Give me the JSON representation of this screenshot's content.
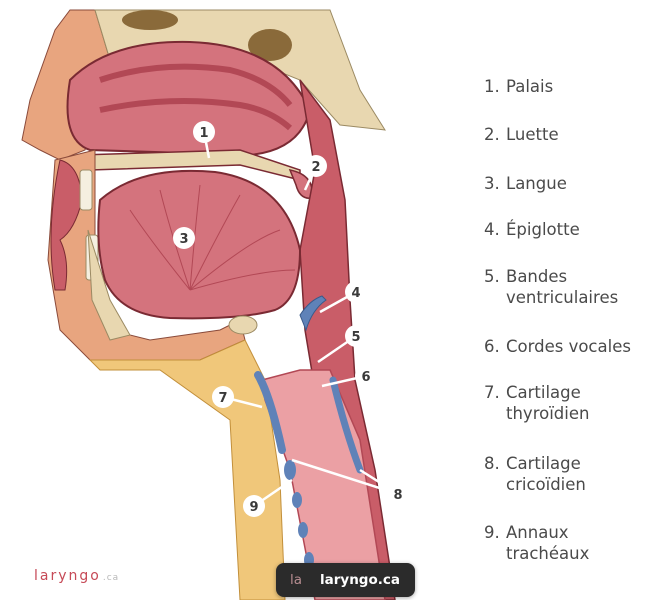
{
  "diagram": {
    "colors": {
      "flesh": "#d4737d",
      "flesh_dark": "#b24855",
      "flesh_light": "#eba0a4",
      "bone": "#e8d7b0",
      "cartilage": "#5f82b8",
      "fat": "#f0c77a",
      "outline": "#7a2a33"
    },
    "labels": [
      {
        "num": "1",
        "text": "Palais"
      },
      {
        "num": "2",
        "text": "Luette"
      },
      {
        "num": "3",
        "text": "Langue"
      },
      {
        "num": "4",
        "text": "Épiglotte"
      },
      {
        "num": "5",
        "text": "Bandes\nventriculaires"
      },
      {
        "num": "6",
        "text": "Cordes vocales"
      },
      {
        "num": "7",
        "text": "Cartilage\nthyroïdien"
      },
      {
        "num": "8",
        "text": "Cartilage\ncricoïdien"
      },
      {
        "num": "9",
        "text": "Annaux\ntrachéaux"
      }
    ]
  },
  "legend": [
    {
      "num": "1.",
      "text": "Palais"
    },
    {
      "num": "2.",
      "text": "Luette"
    },
    {
      "num": "3.",
      "text": "Langue"
    },
    {
      "num": "4.",
      "text": "Épiglotte"
    },
    {
      "num": "5.",
      "text": "Bandes\nventriculaires"
    },
    {
      "num": "6.",
      "text": "Cordes vocales"
    },
    {
      "num": "7.",
      "text": "Cartilage\nthyroïdien"
    },
    {
      "num": "8.",
      "text": "Cartilage\ncricoïdien"
    },
    {
      "num": "9.",
      "text": "Annaux\ntrachéaux"
    }
  ],
  "watermark": {
    "brand": "laryngo",
    "suffix": ".ca"
  },
  "toast": {
    "ghost": "la",
    "site": "laryngo.ca"
  }
}
